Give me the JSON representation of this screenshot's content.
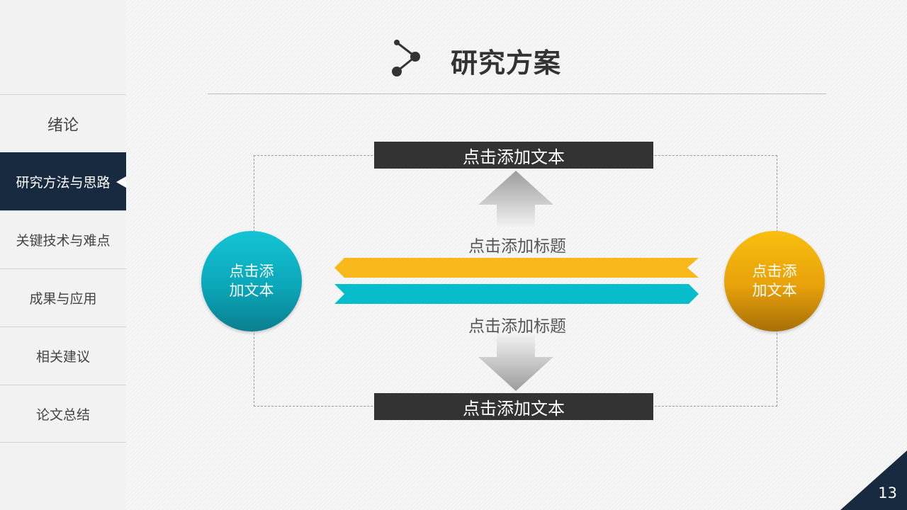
{
  "title": "研究方案",
  "sidebar": {
    "items": [
      {
        "label": "绪论",
        "active": false
      },
      {
        "label": "研究方法与思路",
        "active": true
      },
      {
        "label": "关键技术与难点",
        "active": false
      },
      {
        "label": "成果与应用",
        "active": false
      },
      {
        "label": "相关建议",
        "active": false
      },
      {
        "label": "论文总结",
        "active": false
      }
    ]
  },
  "diagram": {
    "top_box": "点击添加文本",
    "bottom_box": "点击添加文本",
    "upper_label": "点击添加标题",
    "lower_label": "点击添加标题",
    "left_circle": "点击添加文本",
    "right_circle": "点击添加文本"
  },
  "colors": {
    "navy": "#172a3f",
    "yellow": "#f9b81a",
    "teal": "#07bccb",
    "dark_box": "#333333"
  },
  "icons": {
    "title_icon": "molecule-share-icon"
  },
  "page_number": "13"
}
